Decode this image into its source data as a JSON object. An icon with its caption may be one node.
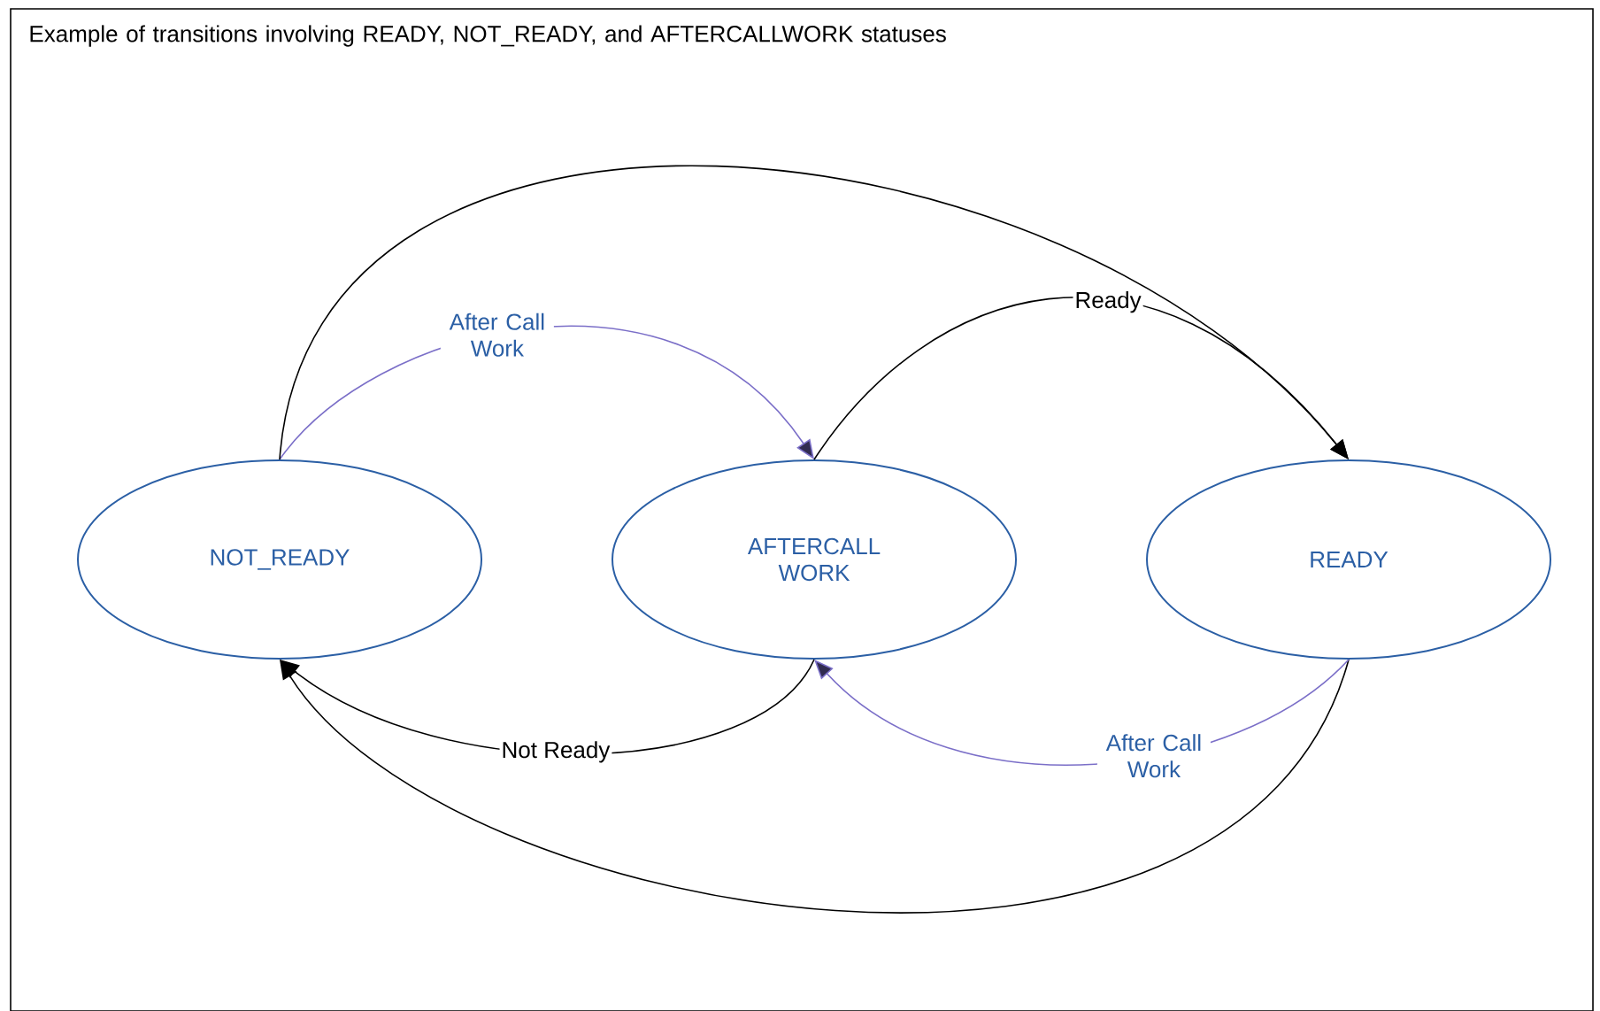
{
  "diagram": {
    "title": "Example of transitions involving READY, NOT_READY, and AFTERCALLWORK statuses",
    "nodes": [
      {
        "text": [
          "NOT_READY"
        ]
      },
      {
        "text": [
          "AFTERCALL WORK"
        ]
      },
      {
        "text": [
          "READY"
        ]
      }
    ],
    "edges": [
      {
        "from": 0,
        "to": 1,
        "arrow": "to",
        "label": "After Call Work",
        "color": "#7b6fc8"
      },
      {
        "from": 1,
        "to": 2,
        "arrow": "to",
        "label": "Ready"
      },
      {
        "from": 0,
        "to": 2,
        "arrow": "to"
      },
      {
        "from": 1,
        "to": 0,
        "arrow": "to",
        "label": "Not Ready"
      },
      {
        "from": 2,
        "to": 0,
        "arrow": "to"
      },
      {
        "from": 2,
        "to": 1,
        "arrow": "to",
        "label": "After Call Work",
        "color": "#7b6fc8"
      }
    ]
  }
}
